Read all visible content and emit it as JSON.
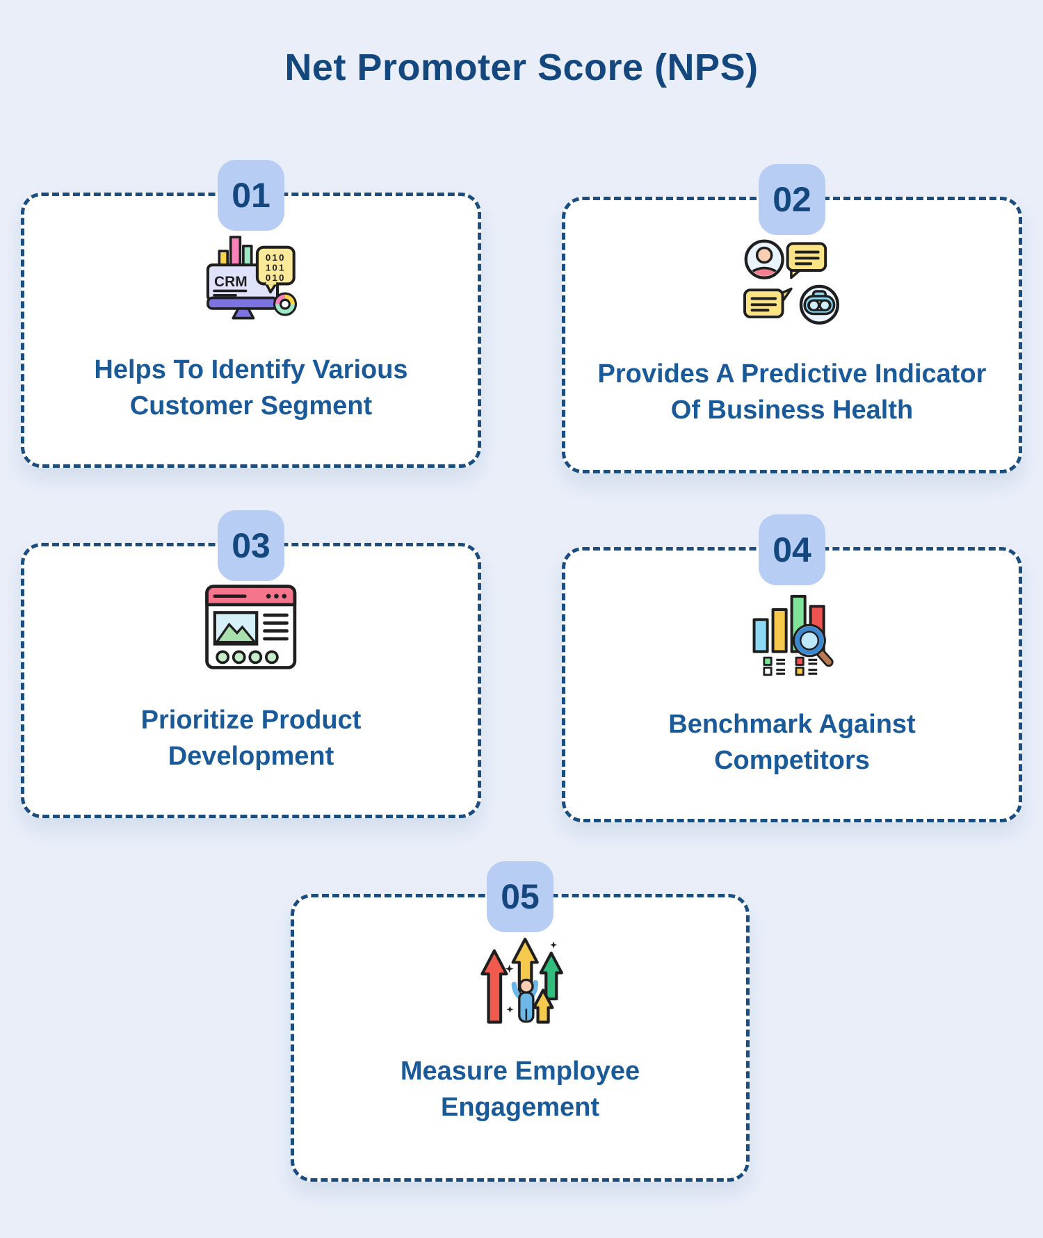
{
  "page": {
    "title": "Net Promoter Score (NPS)",
    "background_color": "#e9eef9",
    "title_color": "#14477d"
  },
  "colors": {
    "card_border": "#1b4e7f",
    "card_background": "#ffffff",
    "badge_background": "#b7cdf4",
    "badge_number_color": "#14477d",
    "card_title_color": "#1a5a99"
  },
  "cards": [
    {
      "number": "01",
      "icon": "crm-monitor-icon",
      "title_line1": "Helps To Identify Various",
      "title_line2": "Customer Segment"
    },
    {
      "number": "02",
      "icon": "customer-chat-robot-icon",
      "title_line1": "Provides A Predictive Indicator",
      "title_line2": "Of Business Health"
    },
    {
      "number": "03",
      "icon": "product-webpage-icon",
      "title_line1": "Prioritize Product",
      "title_line2": "Development"
    },
    {
      "number": "04",
      "icon": "benchmark-chart-magnifier-icon",
      "title_line1": "Benchmark Against",
      "title_line2": "Competitors"
    },
    {
      "number": "05",
      "icon": "growth-arrows-person-icon",
      "title_line1": "Measure Employee",
      "title_line2": "Engagement"
    }
  ],
  "icons": {
    "crm": {
      "label": "CRM",
      "binary": [
        "010",
        "101",
        "010"
      ]
    }
  }
}
